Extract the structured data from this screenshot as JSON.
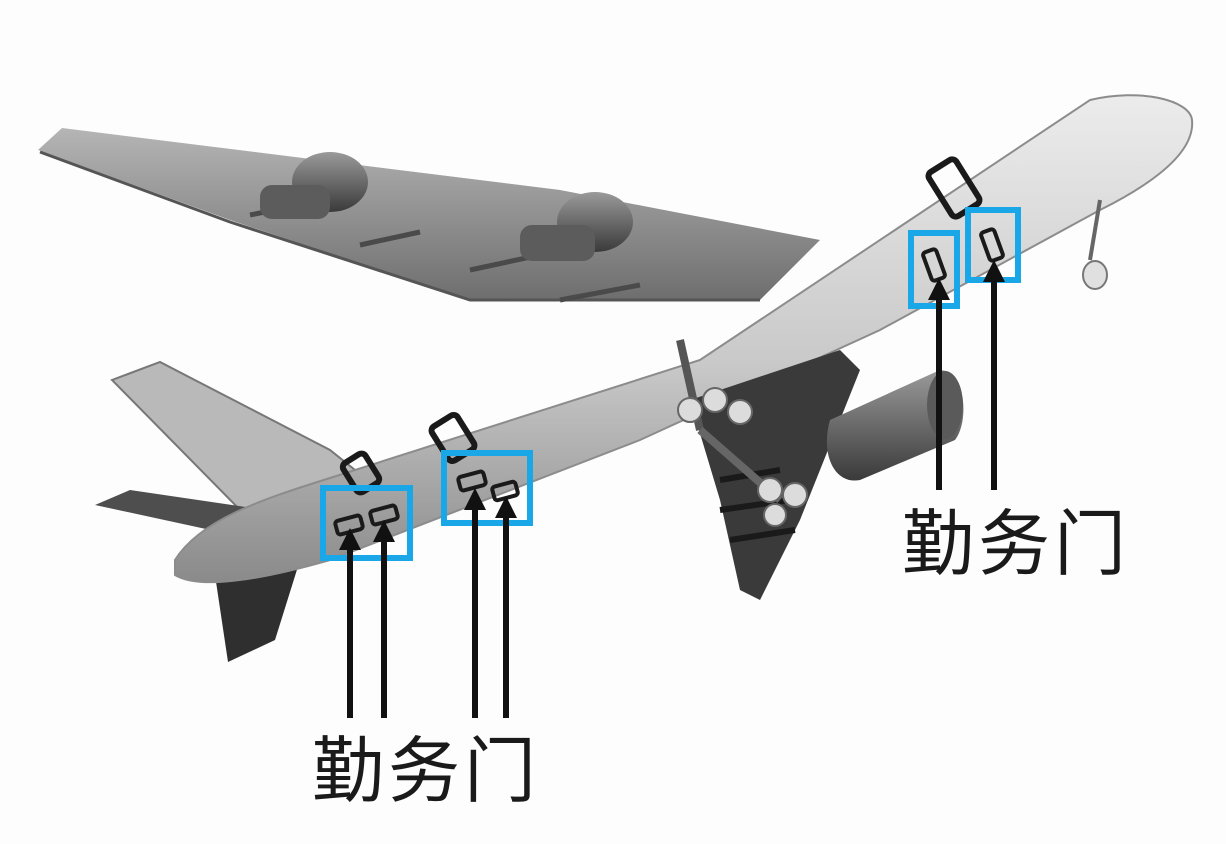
{
  "labels": {
    "right": "勤务门",
    "left": "勤务门"
  },
  "colors": {
    "highlight": "#1aa7e8",
    "arrow": "#111111",
    "fuselage": "#cfcfcf",
    "wing": "#9a9a9a",
    "background": "#fdfdfd"
  },
  "icons": {
    "aircraft": "airliner-illustration",
    "pointer": "up-arrow"
  }
}
